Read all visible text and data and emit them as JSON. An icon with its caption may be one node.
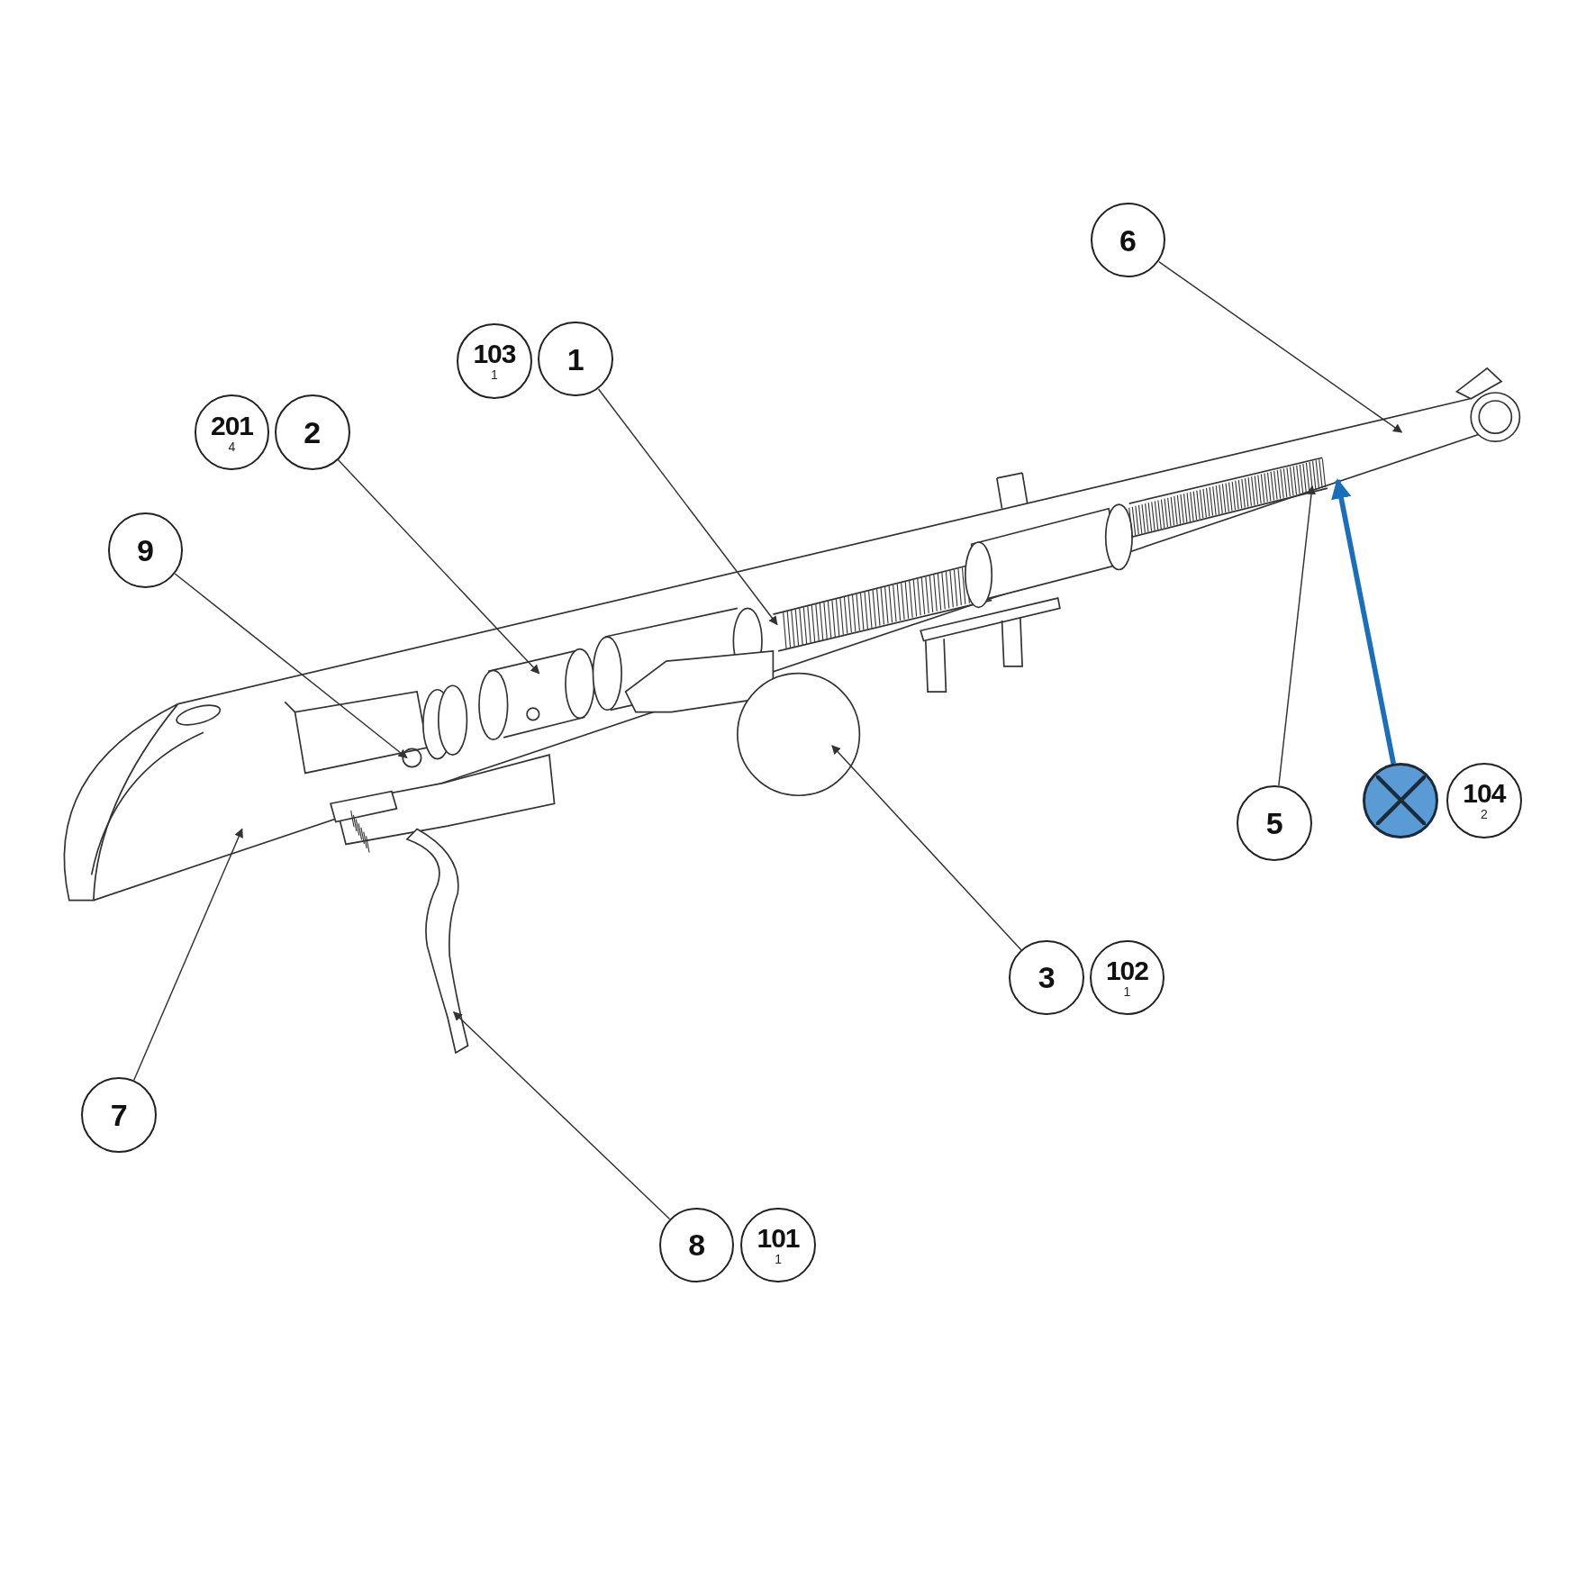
{
  "diagram": {
    "nodes": [
      {
        "text": [
          "6"
        ]
      },
      {
        "text": [
          "103",
          "1"
        ]
      },
      {
        "text": [
          "1"
        ]
      },
      {
        "text": [
          "201",
          "4"
        ]
      },
      {
        "text": [
          "2"
        ]
      },
      {
        "text": [
          "9"
        ]
      },
      {
        "text": [],
        "shape": "circle"
      },
      {
        "text": [
          "104",
          "2"
        ]
      },
      {
        "text": [
          "5"
        ]
      },
      {
        "text": [
          "3"
        ]
      },
      {
        "text": [
          "102",
          "1"
        ]
      },
      {
        "text": [
          "7"
        ]
      },
      {
        "text": [
          "8"
        ]
      },
      {
        "text": [
          "101",
          "1"
        ]
      }
    ],
    "edges": [
      {
        "from": 0,
        "to": null,
        "arrow": "to"
      },
      {
        "from": 2,
        "to": null,
        "arrow": "to"
      },
      {
        "from": 4,
        "to": null,
        "arrow": "to"
      },
      {
        "from": 5,
        "to": null,
        "arrow": "to"
      },
      {
        "from": 8,
        "to": null,
        "arrow": "to"
      },
      {
        "from": 6,
        "to": null,
        "arrow": "to",
        "style": "thick",
        "color": "#1a6fbd"
      },
      {
        "from": 9,
        "to": null,
        "arrow": "to"
      },
      {
        "from": 11,
        "to": null,
        "arrow": "to"
      },
      {
        "from": 12,
        "to": null,
        "arrow": "to"
      }
    ]
  }
}
